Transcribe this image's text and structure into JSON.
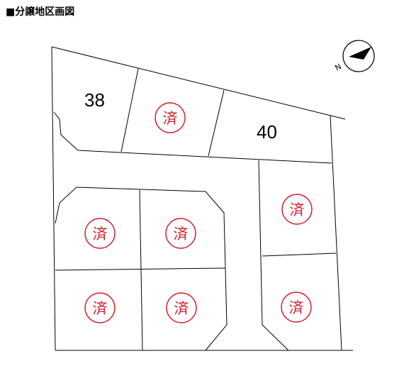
{
  "title": "■分譲地区画図",
  "compass": {
    "north_label": "N"
  },
  "lots": [
    {
      "id": "lot-38",
      "label": "38",
      "status": "available"
    },
    {
      "id": "lot-top-middle",
      "label": "済",
      "status": "sold"
    },
    {
      "id": "lot-40",
      "label": "40",
      "status": "available"
    },
    {
      "id": "lot-left-upper",
      "label": "済",
      "status": "sold"
    },
    {
      "id": "lot-center-upper",
      "label": "済",
      "status": "sold"
    },
    {
      "id": "lot-right-upper",
      "label": "済",
      "status": "sold"
    },
    {
      "id": "lot-left-lower",
      "label": "済",
      "status": "sold"
    },
    {
      "id": "lot-center-lower",
      "label": "済",
      "status": "sold"
    },
    {
      "id": "lot-right-lower",
      "label": "済",
      "status": "sold"
    }
  ],
  "colors": {
    "sold_stamp": "#d21f2a",
    "lines": "#000000"
  }
}
